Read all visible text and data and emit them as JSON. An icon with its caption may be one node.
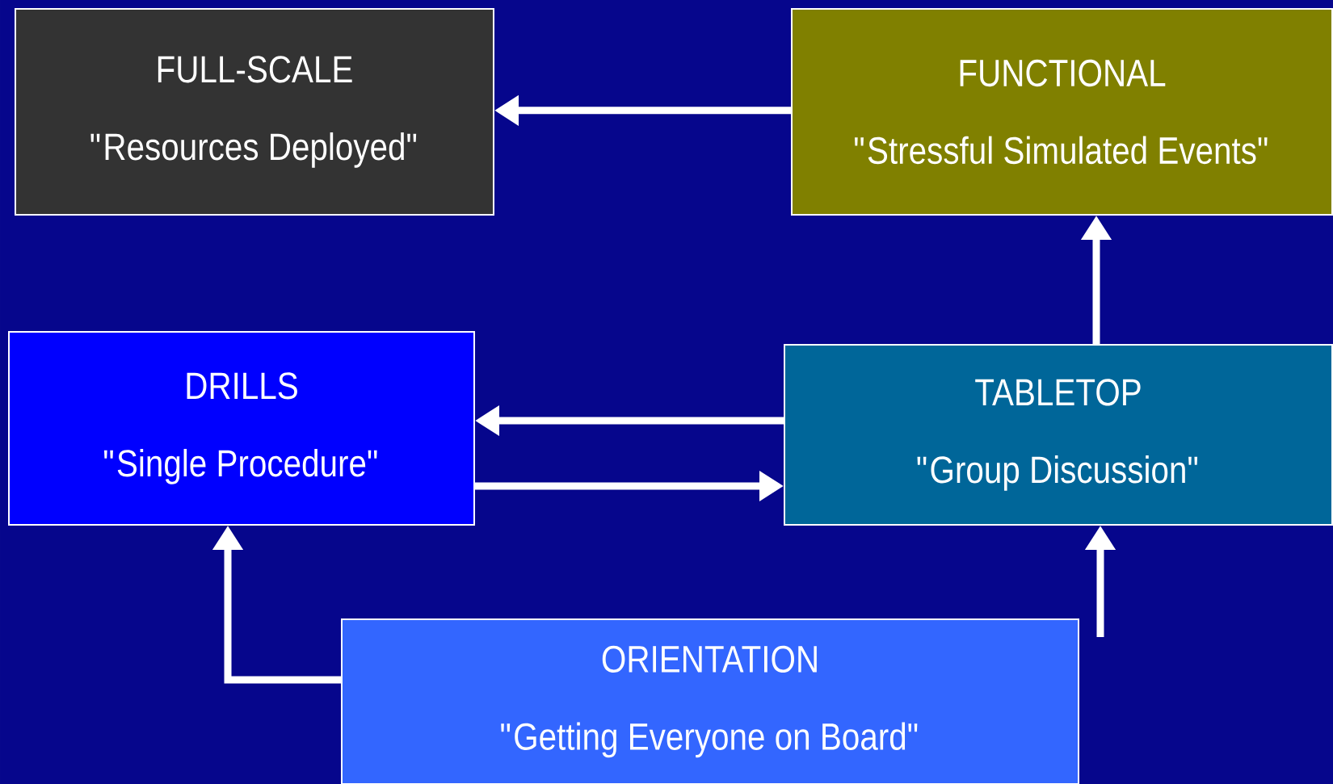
{
  "diagram": {
    "nodes": [
      {
        "text": [
          "FULL-SCALE",
          "\"Resources Deployed\""
        ]
      },
      {
        "text": [
          "FUNCTIONAL",
          "\"Stressful Simulated Events\""
        ]
      },
      {
        "text": [
          "DRILLS",
          "\"Single Procedure\""
        ]
      },
      {
        "text": [
          "TABLETOP",
          "\"Group Discussion\""
        ]
      },
      {
        "text": [
          "ORIENTATION",
          "\"Getting Everyone on Board\""
        ]
      }
    ],
    "edges": [
      {
        "from": 1,
        "to": 0,
        "arrow": "to"
      },
      {
        "from": 3,
        "to": 1,
        "arrow": "to"
      },
      {
        "from": 3,
        "to": 2,
        "arrow": "to"
      },
      {
        "from": 2,
        "to": 3,
        "arrow": "to"
      },
      {
        "from": 4,
        "to": 3,
        "arrow": "to"
      },
      {
        "from": 4,
        "to": 2,
        "arrow": "to"
      }
    ]
  }
}
